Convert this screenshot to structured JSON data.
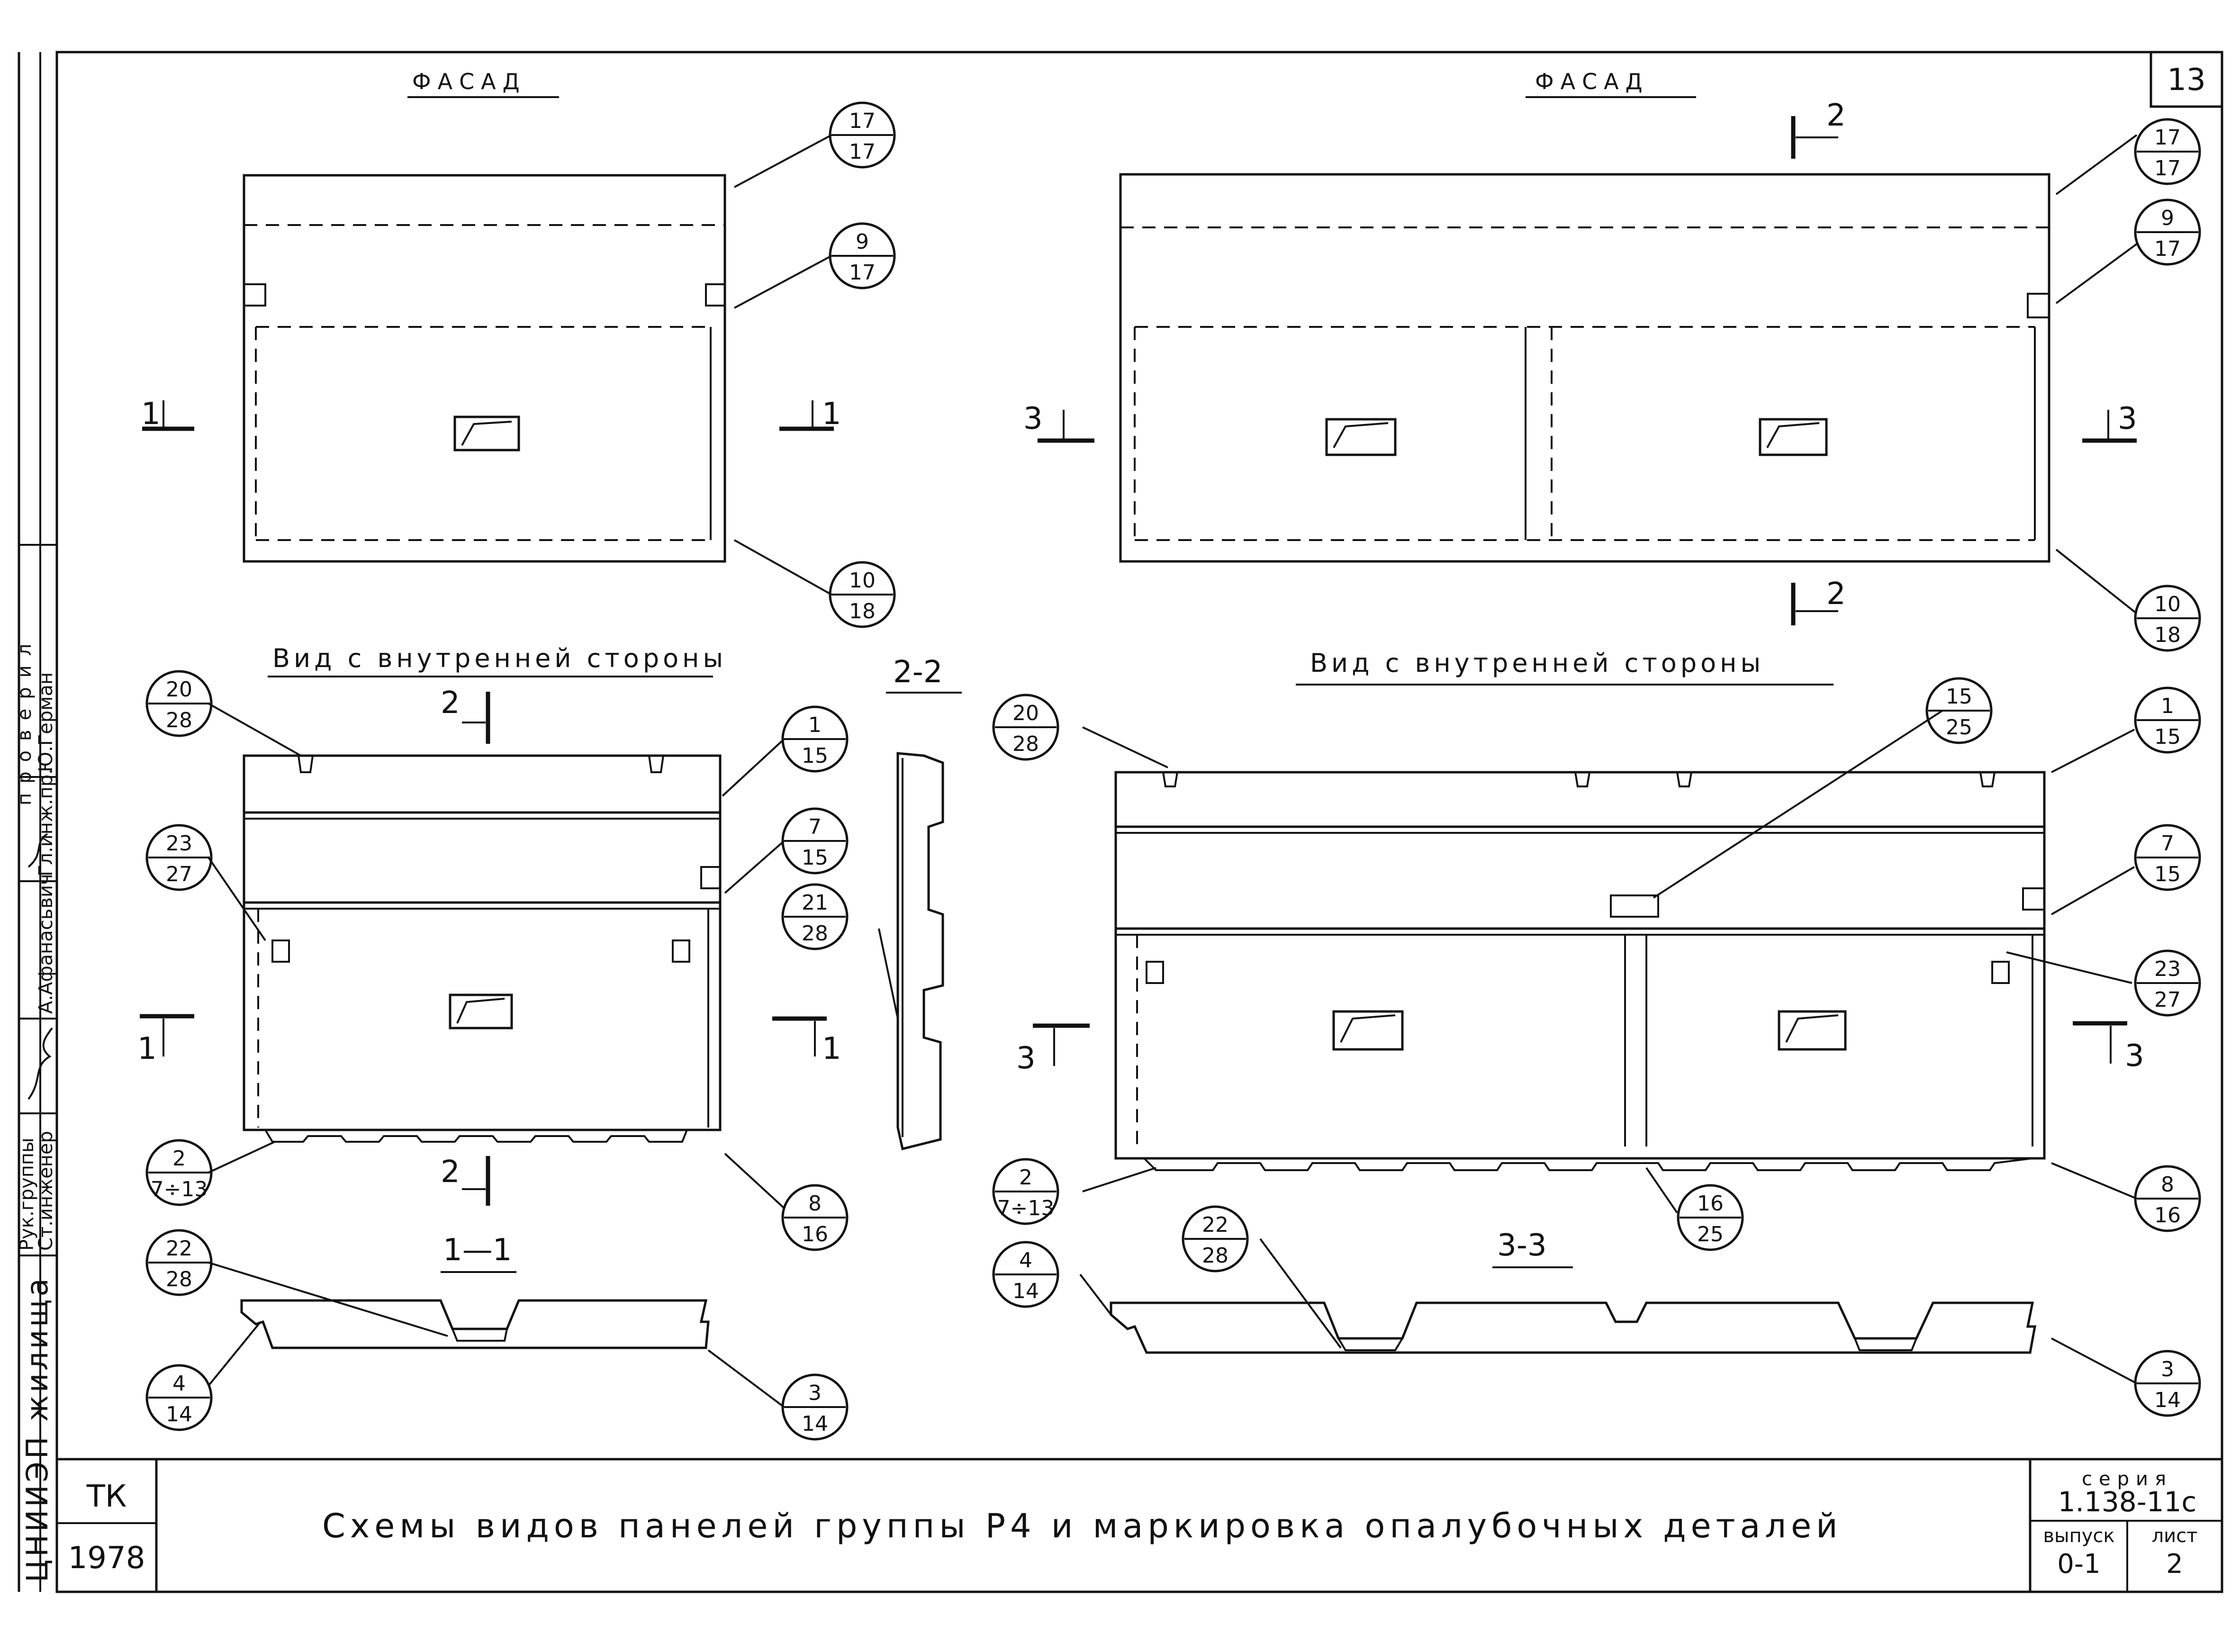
{
  "sheet_number": "13",
  "left_panel": {
    "facade_title": "ФАСАД",
    "inner_view_title": "Вид с внутренней стороны",
    "section_2_2": "2-2",
    "section_1_1": "1—1"
  },
  "right_panel": {
    "facade_title": "ФАСАД",
    "inner_view_title": "Вид с внутренней стороны",
    "section_3_3": "3-3"
  },
  "section_marks": {
    "one": "1",
    "two": "2",
    "three": "3"
  },
  "callouts_left": [
    {
      "top": "17",
      "bottom": "17"
    },
    {
      "top": "9",
      "bottom": "17"
    },
    {
      "top": "10",
      "bottom": "18"
    },
    {
      "top": "20",
      "bottom": "28"
    },
    {
      "top": "1",
      "bottom": "15"
    },
    {
      "top": "7",
      "bottom": "15"
    },
    {
      "top": "23",
      "bottom": "27"
    },
    {
      "top": "21",
      "bottom": "28"
    },
    {
      "top": "2",
      "bottom": "7÷13"
    },
    {
      "top": "8",
      "bottom": "16"
    },
    {
      "top": "22",
      "bottom": "28"
    },
    {
      "top": "4",
      "bottom": "14"
    },
    {
      "top": "3",
      "bottom": "14"
    }
  ],
  "callouts_right": [
    {
      "top": "17",
      "bottom": "17"
    },
    {
      "top": "9",
      "bottom": "17"
    },
    {
      "top": "10",
      "bottom": "18"
    },
    {
      "top": "20",
      "bottom": "28"
    },
    {
      "top": "15",
      "bottom": "25"
    },
    {
      "top": "1",
      "bottom": "15"
    },
    {
      "top": "7",
      "bottom": "15"
    },
    {
      "top": "23",
      "bottom": "27"
    },
    {
      "top": "2",
      "bottom": "7÷13"
    },
    {
      "top": "16",
      "bottom": "25"
    },
    {
      "top": "8",
      "bottom": "16"
    },
    {
      "top": "22",
      "bottom": "28"
    },
    {
      "top": "4",
      "bottom": "14"
    },
    {
      "top": "3",
      "bottom": "14"
    }
  ],
  "title_block": {
    "org": "ТК",
    "year": "1978",
    "title": "Схемы видов панелей группы Р4 и маркировка опалубочных деталей",
    "series_label": "серия",
    "series_value": "1.138-11с",
    "issue_label": "выпуск",
    "issue_value": "0-1",
    "sheet_label": "лист",
    "sheet_value": "2"
  },
  "side_stamp": {
    "org_vertical": "ЦНИИЭП жилища",
    "roles": [
      "Рук.группы",
      "Ст.инженер",
      "Гл.инж.пр."
    ],
    "names": [
      "А.Афанасьвич",
      "Ю.Герман"
    ],
    "checked": "проверил"
  }
}
